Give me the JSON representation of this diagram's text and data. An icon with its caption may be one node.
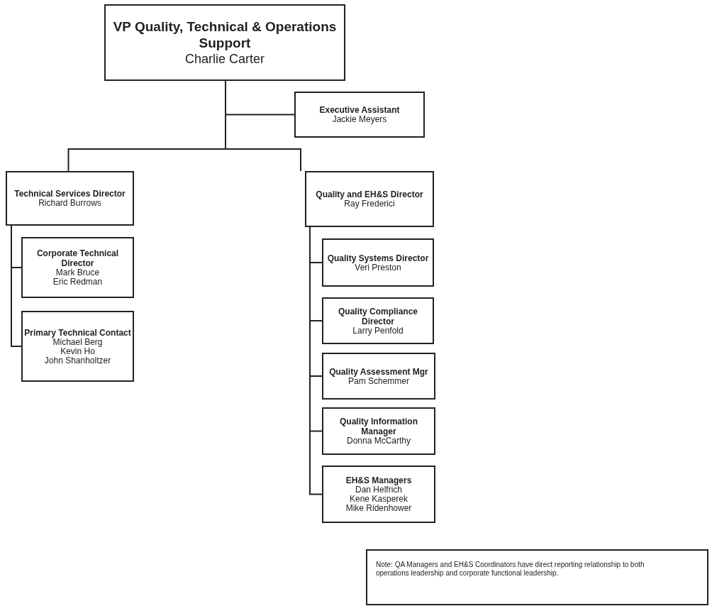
{
  "diagram": {
    "nodes": [
      {
        "text": [
          "VP Quality, Technical & Operations Support",
          "Charlie Carter"
        ]
      },
      {
        "text": [
          "Executive Assistant",
          "Jackie Meyers"
        ]
      },
      {
        "text": [
          "Technical Services Director",
          "Richard Burrows"
        ]
      },
      {
        "text": [
          "Corporate Technical Director",
          "Mark Bruce",
          "Eric Redman"
        ]
      },
      {
        "text": [
          "Primary Technical Contact",
          "Michael Berg",
          "Kevin Ho",
          "John Shanholtzer"
        ]
      },
      {
        "text": [
          "Quality and EH&S Director",
          "Ray Frederici"
        ]
      },
      {
        "text": [
          "Quality Systems Director",
          "Veri Preston"
        ]
      },
      {
        "text": [
          "Quality Compliance Director",
          "Larry Penfold"
        ]
      },
      {
        "text": [
          "Quality Assessment Mgr",
          "Pam Schemmer"
        ]
      },
      {
        "text": [
          "Quality Information Manager",
          "Donna McCarthy"
        ]
      },
      {
        "text": [
          "EH&S Managers",
          "Dan Helfrich",
          "Kene Kasperek",
          "Mike Ridenhower"
        ]
      },
      {
        "text": [
          "Note: QA Managers and EH&S Coordinators have direct reporting relationship to both operations leadership and corporate functional leadership."
        ]
      }
    ],
    "edges": [
      {
        "from": 0,
        "to": 1,
        "arrow": "none"
      },
      {
        "from": 0,
        "to": 2,
        "arrow": "none"
      },
      {
        "from": 0,
        "to": 5,
        "arrow": "none"
      },
      {
        "from": 2,
        "to": 3,
        "arrow": "none"
      },
      {
        "from": 2,
        "to": 4,
        "arrow": "none"
      },
      {
        "from": 5,
        "to": 6,
        "arrow": "none"
      },
      {
        "from": 5,
        "to": 7,
        "arrow": "none"
      },
      {
        "from": 5,
        "to": 8,
        "arrow": "none"
      },
      {
        "from": 5,
        "to": 9,
        "arrow": "none"
      },
      {
        "from": 5,
        "to": 10,
        "arrow": "none"
      }
    ]
  }
}
